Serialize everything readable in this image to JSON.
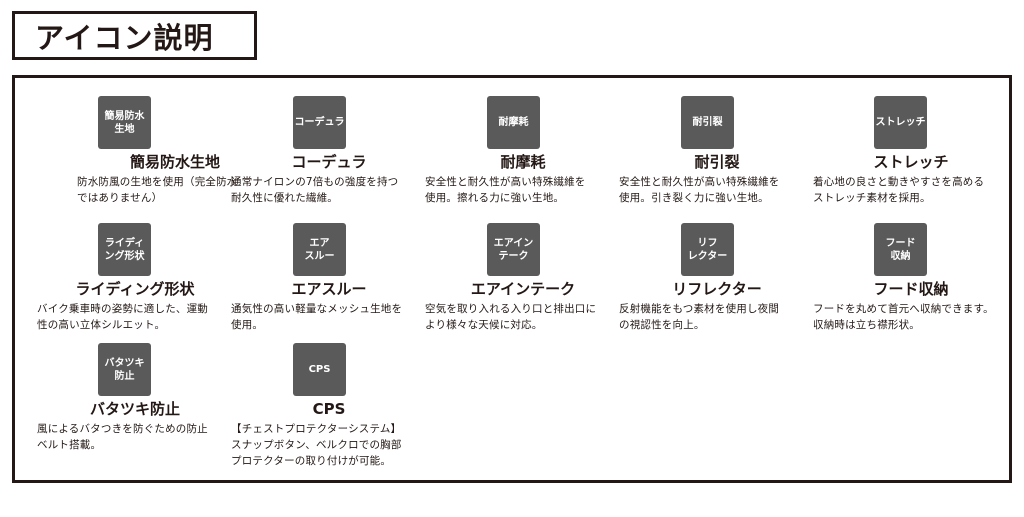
{
  "title": "アイコン説明",
  "icons": [
    {
      "badge": "簡易防水\n生地",
      "name": "簡易防水生地",
      "desc": "防水防風の生地を使用（完全防水\nではありません）"
    },
    {
      "badge": "コーデュラ",
      "name": "コーデュラ",
      "desc": "通常ナイロンの7倍もの強度を持つ\n耐久性に優れた繊維。"
    },
    {
      "badge": "耐摩耗",
      "name": "耐摩耗",
      "desc": "安全性と耐久性が高い特殊繊維を\n使用。擦れる力に強い生地。"
    },
    {
      "badge": "耐引裂",
      "name": "耐引裂",
      "desc": "安全性と耐久性が高い特殊繊維を\n使用。引き裂く力に強い生地。"
    },
    {
      "badge": "ストレッチ",
      "name": "ストレッチ",
      "desc": "着心地の良さと動きやすさを高める\nストレッチ素材を採用。"
    },
    {
      "badge": "ライディ\nング形状",
      "name": "ライディング形状",
      "desc": "バイク乗車時の姿勢に適した、運動\n性の高い立体シルエット。"
    },
    {
      "badge": "エア\nスルー",
      "name": "エアスルー",
      "desc": "通気性の高い軽量なメッシュ生地を\n使用。"
    },
    {
      "badge": "エアイン\nテーク",
      "name": "エアインテーク",
      "desc": "空気を取り入れる入り口と排出口に\nより様々な天候に対応。"
    },
    {
      "badge": "リフ\nレクター",
      "name": "リフレクター",
      "desc": "反射機能をもつ素材を使用し夜間\nの視認性を向上。"
    },
    {
      "badge": "フード\n収納",
      "name": "フード収納",
      "desc": "フードを丸めて首元へ収納できます。\n収納時は立ち襟形状。"
    },
    {
      "badge": "バタツキ\n防止",
      "name": "バタツキ防止",
      "desc": "風によるバタつきを防ぐための防止\nベルト搭載。"
    },
    {
      "badge": "CPS",
      "name": "CPS",
      "desc": "【チェストプロテクターシステム】\nスナップボタン、ベルクロでの胸部\nプロテクターの取り付けが可能。"
    }
  ]
}
